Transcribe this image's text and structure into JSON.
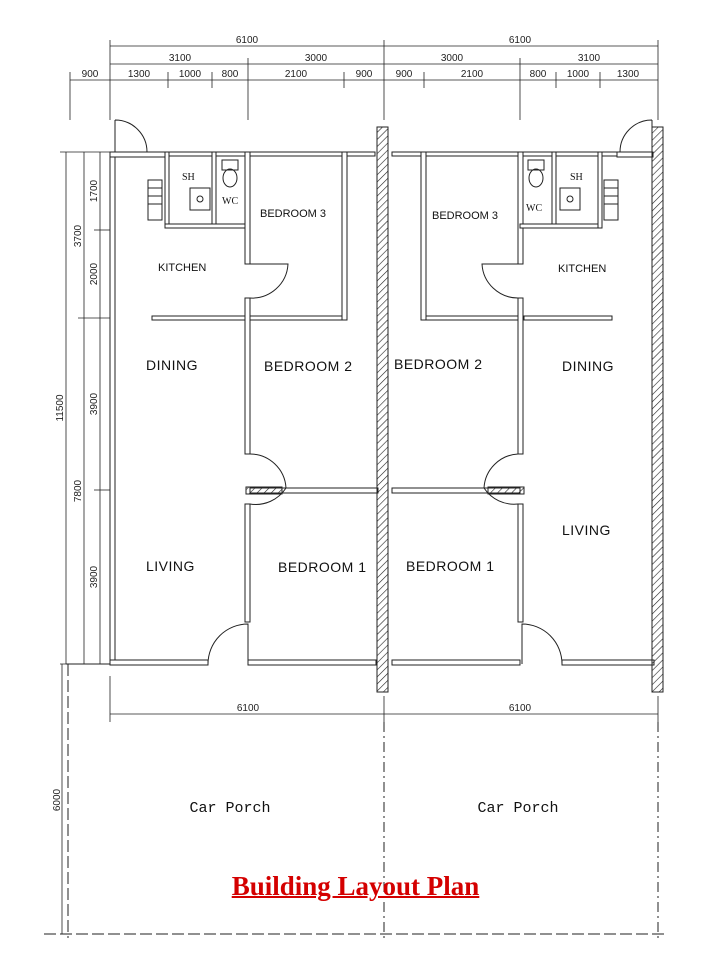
{
  "title": "Building Layout Plan",
  "colors": {
    "title": "#d40000",
    "lines": "#222222",
    "background": "#ffffff"
  },
  "dimensions": {
    "top_overall": [
      "6100",
      "6100"
    ],
    "top_middle": [
      "3100",
      "3000",
      "3000",
      "3100"
    ],
    "top_detail": [
      "900",
      "1300",
      "1000",
      "800",
      "2100",
      "900",
      "900",
      "2100",
      "800",
      "1000",
      "1300"
    ],
    "left_overall": "11500",
    "left_middle": [
      "3700",
      "7800"
    ],
    "left_detail": [
      "1700",
      "2000",
      "3900",
      "3900"
    ],
    "bottom_widths": [
      "6100",
      "6100"
    ],
    "porch_depth": "6000"
  },
  "rooms": {
    "left_unit": {
      "sh": "SH",
      "wc": "WC",
      "bedroom3": "BEDROOM 3",
      "kitchen": "KITCHEN",
      "dining": "DINING",
      "bedroom2": "BEDROOM 2",
      "living": "LIVING",
      "bedroom1": "BEDROOM 1"
    },
    "right_unit": {
      "sh": "SH",
      "wc": "WC",
      "bedroom3": "BEDROOM 3",
      "kitchen": "KITCHEN",
      "dining": "DINING",
      "bedroom2": "BEDROOM 2",
      "living": "LIVING",
      "bedroom1": "BEDROOM 1"
    }
  },
  "porch": {
    "left": "Car Porch",
    "right": "Car Porch"
  }
}
